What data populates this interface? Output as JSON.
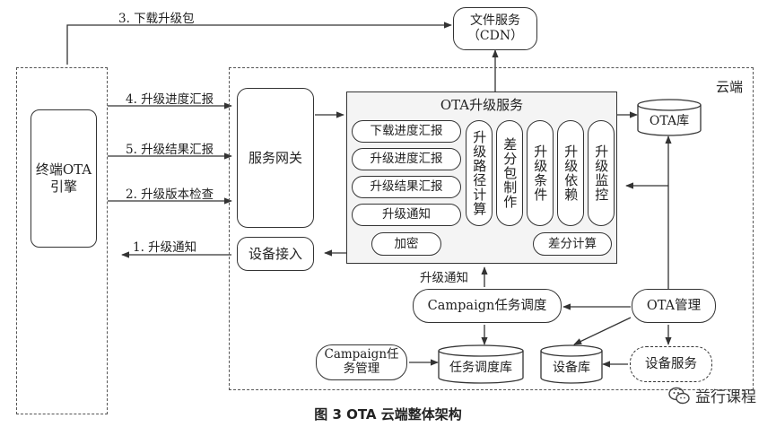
{
  "nodes": {
    "file_service": "文件服务\n（CDN）",
    "cloud_label": "云端",
    "terminal_engine": "终端OTA\n引擎",
    "service_gateway": "服务网关",
    "ota_service_title": "OTA升级服务",
    "sub_download": "下载进度汇报",
    "sub_progress": "升级进度汇报",
    "sub_result": "升级结果汇报",
    "sub_notify": "升级通知",
    "sub_encrypt": "加密",
    "col_path_calc": "升级路径计算",
    "col_diff_make": "差分包制作",
    "col_condition": "升级条件",
    "col_dependency": "升级依赖",
    "col_monitor": "升级监控",
    "diff_calc": "差分计算",
    "device_access": "设备接入",
    "ota_db": "OTA库",
    "campaign_sched": "Campaign任务调度",
    "ota_mgmt": "OTA管理",
    "campaign_mgmt": "Campaign任\n务管理",
    "task_sched_db": "任务调度库",
    "device_db": "设备库",
    "device_service": "设备服务"
  },
  "edges": {
    "e3": "3. 下载升级包",
    "e4": "4. 升级进度汇报",
    "e5": "5. 升级结果汇报",
    "e2": "2. 升级版本检查",
    "e1": "1. 升级通知",
    "notify_up": "升级通知"
  },
  "caption": "图 3    OTA 云端整体架构",
  "watermark": "益行课程"
}
